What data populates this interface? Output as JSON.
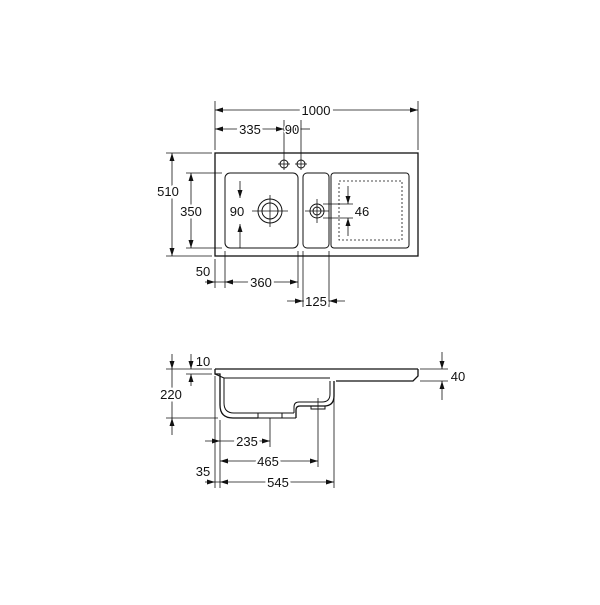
{
  "dimensions": {
    "overall_width": "1000",
    "left_to_tap": "335",
    "tap_spacing": "90",
    "overall_depth": "510",
    "bowl_depth": "350",
    "main_waste_offset": "90",
    "second_waste_offset": "46",
    "front_margin": "50",
    "main_bowl_width": "360",
    "second_bowl_width": "125",
    "rim_height": "10",
    "total_height": "220",
    "drainer_height": "40",
    "waste_distance_235": "235",
    "waste_distance_465": "465",
    "offset_35": "35",
    "bowls_width": "545"
  },
  "colors": {
    "line": "#111111",
    "background": "#ffffff"
  }
}
